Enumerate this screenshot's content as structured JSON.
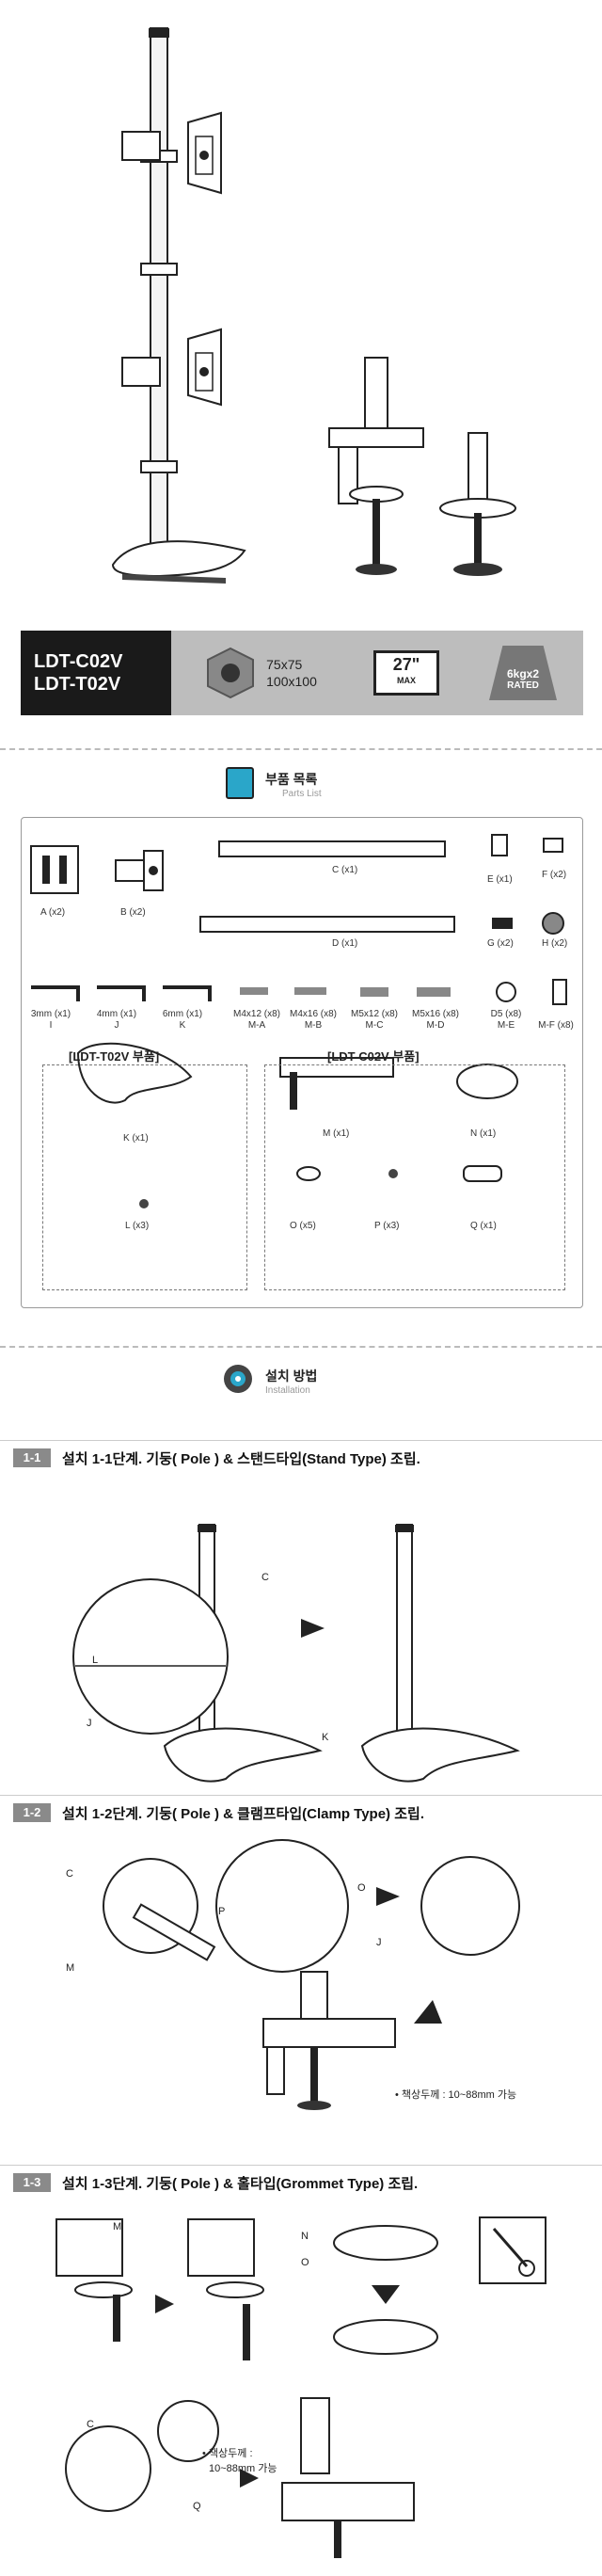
{
  "spec": {
    "models": [
      "LDT-C02V",
      "LDT-T02V"
    ],
    "vesa": [
      "75x75",
      "100x100"
    ],
    "screen_size": "27\"",
    "screen_max": "MAX",
    "weight": "6kgx2",
    "weight_note": "RATED"
  },
  "parts_section": {
    "title": "부품 목록",
    "subtitle": "Parts List"
  },
  "parts": {
    "A": "A (x2)",
    "B": "B (x2)",
    "C": "C (x1)",
    "D": "D (x1)",
    "E": "E (x1)",
    "F": "F (x2)",
    "G": "G (x2)",
    "H": "H (x2)",
    "I": [
      "3mm (x1)",
      "I"
    ],
    "J": [
      "4mm (x1)",
      "J"
    ],
    "K": [
      "6mm (x1)",
      "K"
    ],
    "MA": [
      "M4x12 (x8)",
      "M-A"
    ],
    "MB": [
      "M4x16 (x8)",
      "M-B"
    ],
    "MC": [
      "M5x12 (x8)",
      "M-C"
    ],
    "MD": [
      "M5x16 (x8)",
      "M-D"
    ],
    "ME": [
      "D5 (x8)",
      "M-E"
    ],
    "MF": "M-F (x8)"
  },
  "t02v_box": {
    "title": "[LDT-T02V 부품]",
    "k": "K (x1)",
    "l": "L (x3)"
  },
  "c02v_box": {
    "title": "[LDT-C02V 부품]",
    "m": "M (x1)",
    "n": "N (x1)",
    "o": "O (x5)",
    "p": "P (x3)",
    "q": "Q (x1)"
  },
  "install_section": {
    "title": "설치 방법",
    "subtitle": "Installation"
  },
  "steps": [
    {
      "num": "1-1",
      "text": "설치 1-1단계. 기둥( Pole ) & 스탠드타입(Stand Type) 조립."
    },
    {
      "num": "1-2",
      "text": "설치 1-2단계. 기둥( Pole ) & 클램프타입(Clamp Type) 조립."
    },
    {
      "num": "1-3",
      "text": "설치 1-3단계. 기둥( Pole ) & 홀타입(Grommet Type) 조립."
    }
  ],
  "callouts": {
    "s1": {
      "c": "C",
      "l": "L",
      "j": "J",
      "k": "K"
    },
    "s2": {
      "c": "C",
      "m": "M",
      "p": "P",
      "o": "O",
      "j": "J",
      "desk": "• 책상두께 : 10~88mm 가능"
    },
    "s3": {
      "m": "M",
      "n": "N",
      "o": "O",
      "c": "C",
      "q": "Q",
      "desk1": "• 책상두께 :",
      "desk2": "10~88mm 가능"
    }
  }
}
